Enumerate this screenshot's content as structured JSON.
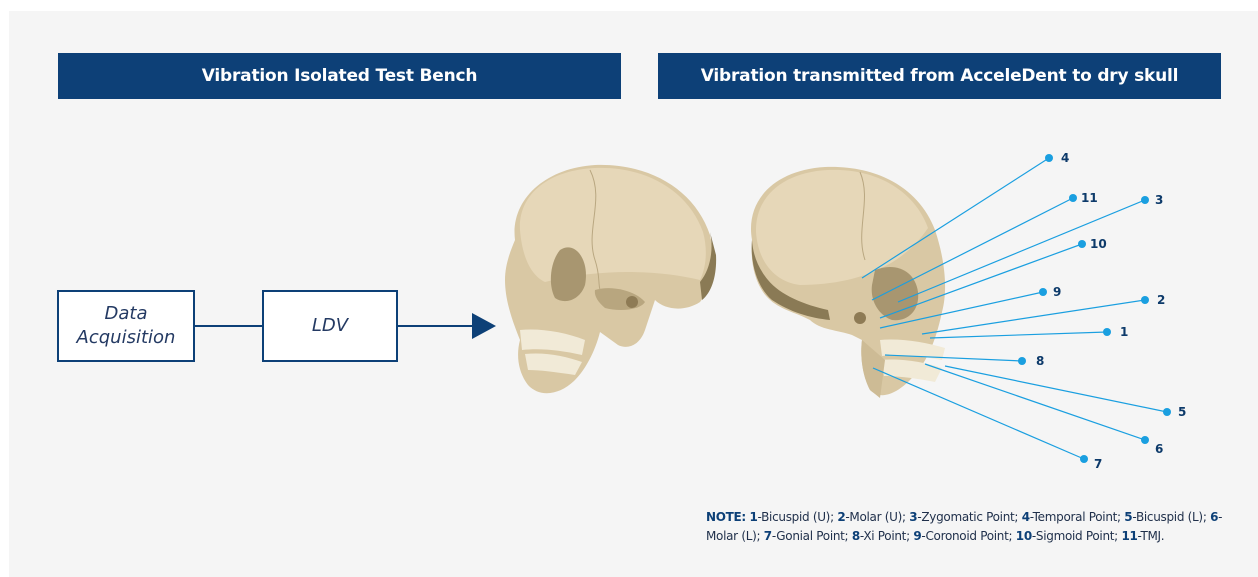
{
  "banners": {
    "left": "Vibration Isolated Test Bench",
    "right": "Vibration transmitted from AcceleDent to dry skull"
  },
  "boxes": {
    "data_line1": "Data",
    "data_line2": "Acquisition",
    "ldv": "LDV"
  },
  "points": [
    "4",
    "11",
    "3",
    "10",
    "9",
    "2",
    "1",
    "8",
    "5",
    "6",
    "7"
  ],
  "note": {
    "prefix": "NOTE:",
    "items": [
      {
        "num": "1",
        "text": "-Bicuspid (U);"
      },
      {
        "num": "2",
        "text": "-Molar (U);"
      },
      {
        "num": "3",
        "text": "-Zygomatic Point;"
      },
      {
        "num": "4",
        "text": "-Temporal Point;"
      },
      {
        "num": "5",
        "text": "-Bicuspid (L);"
      },
      {
        "num": "6",
        "text": "-Molar (L);"
      },
      {
        "num": "7",
        "text": "-Gonial Point;"
      },
      {
        "num": "8",
        "text": "-Xi Point;"
      },
      {
        "num": "9",
        "text": "-Coronoid Point;"
      },
      {
        "num": "10",
        "text": "-Sigmoid Point;"
      },
      {
        "num": "11",
        "text": "-TMJ."
      }
    ]
  },
  "colors": {
    "navy": "#0d4077",
    "pointer": "#1a9fe0",
    "bone": "#e2d3b4"
  },
  "icons": [
    "skull-illustration",
    "arrow-right-icon"
  ]
}
